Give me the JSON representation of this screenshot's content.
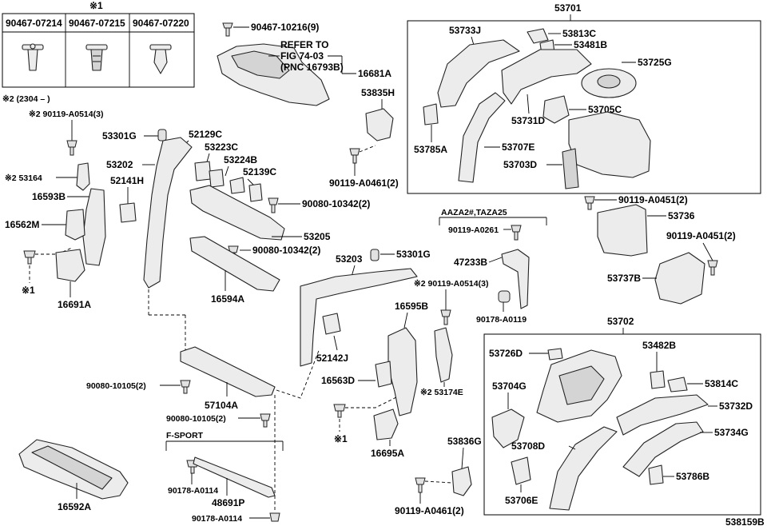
{
  "clip_table": {
    "mark": "※1",
    "headers": [
      "90467-07214",
      "90467-07215",
      "90467-07220"
    ]
  },
  "note_date": "※2 (2304 –      )",
  "notes": {
    "refer_line1": "REFER TO",
    "refer_line2": "FIG 74-03",
    "refer_line3": "(PNC 16793B)",
    "fsport": "F-SPORT",
    "aaza": "AAZA2#,TAZA25",
    "star1_a": "※1",
    "star1_b": "※1",
    "diagram_id": "538159B"
  },
  "labels": {
    "l_90467_10216": "90467-10216(9)",
    "l_16681A": "16681A",
    "l_90119_A0514_top": "※2 90119-A0514(3)",
    "l_53164": "※2 53164",
    "l_16593B": "16593B",
    "l_16562M": "16562M",
    "l_16691A": "16691A",
    "l_53301G_a": "53301G",
    "l_52129C": "52129C",
    "l_53223C": "53223C",
    "l_53224B": "53224B",
    "l_52139C": "52139C",
    "l_53202": "53202",
    "l_52141H": "52141H",
    "l_90080_10342_a": "90080-10342(2)",
    "l_53205": "53205",
    "l_90080_10342_b": "90080-10342(2)",
    "l_16594A": "16594A",
    "l_53835H": "53835H",
    "l_90119_A0461_a": "90119-A0461(2)",
    "l_53203": "53203",
    "l_53301G_b": "53301G",
    "l_90119_A0514_mid": "※2 90119-A0514(3)",
    "l_16595B": "16595B",
    "l_52142J": "52142J",
    "l_16563D": "16563D",
    "l_53174E": "※2 53174E",
    "l_16695A": "16695A",
    "l_90080_10105_a": "90080-10105(2)",
    "l_57104A": "57104A",
    "l_90080_10105_b": "90080-10105(2)",
    "l_90178_A0114_a": "90178-A0114",
    "l_48691P": "48691P",
    "l_90178_A0114_b": "90178-A0114",
    "l_16592A": "16592A",
    "l_53836G": "53836G",
    "l_90119_A0461_b": "90119-A0461(2)",
    "l_90119_A0261": "90119-A0261",
    "l_47233B": "47233B",
    "l_90178_A0119": "90178-A0119",
    "l_53701": "53701",
    "l_53733J": "53733J",
    "l_53813C": "53813C",
    "l_53481B": "53481B",
    "l_53725G": "53725G",
    "l_53705C": "53705C",
    "l_53731D": "53731D",
    "l_53785A": "53785A",
    "l_53707E": "53707E",
    "l_53703D": "53703D",
    "l_90119_A0451_a": "90119-A0451(2)",
    "l_53736": "53736",
    "l_90119_A0451_b": "90119-A0451(2)",
    "l_53737B": "53737B",
    "l_53702": "53702",
    "l_53726D": "53726D",
    "l_53482B": "53482B",
    "l_53704G": "53704G",
    "l_53814C": "53814C",
    "l_53732D": "53732D",
    "l_53734G": "53734G",
    "l_53708D": "53708D",
    "l_53786B": "53786B",
    "l_53706E": "53706E"
  }
}
